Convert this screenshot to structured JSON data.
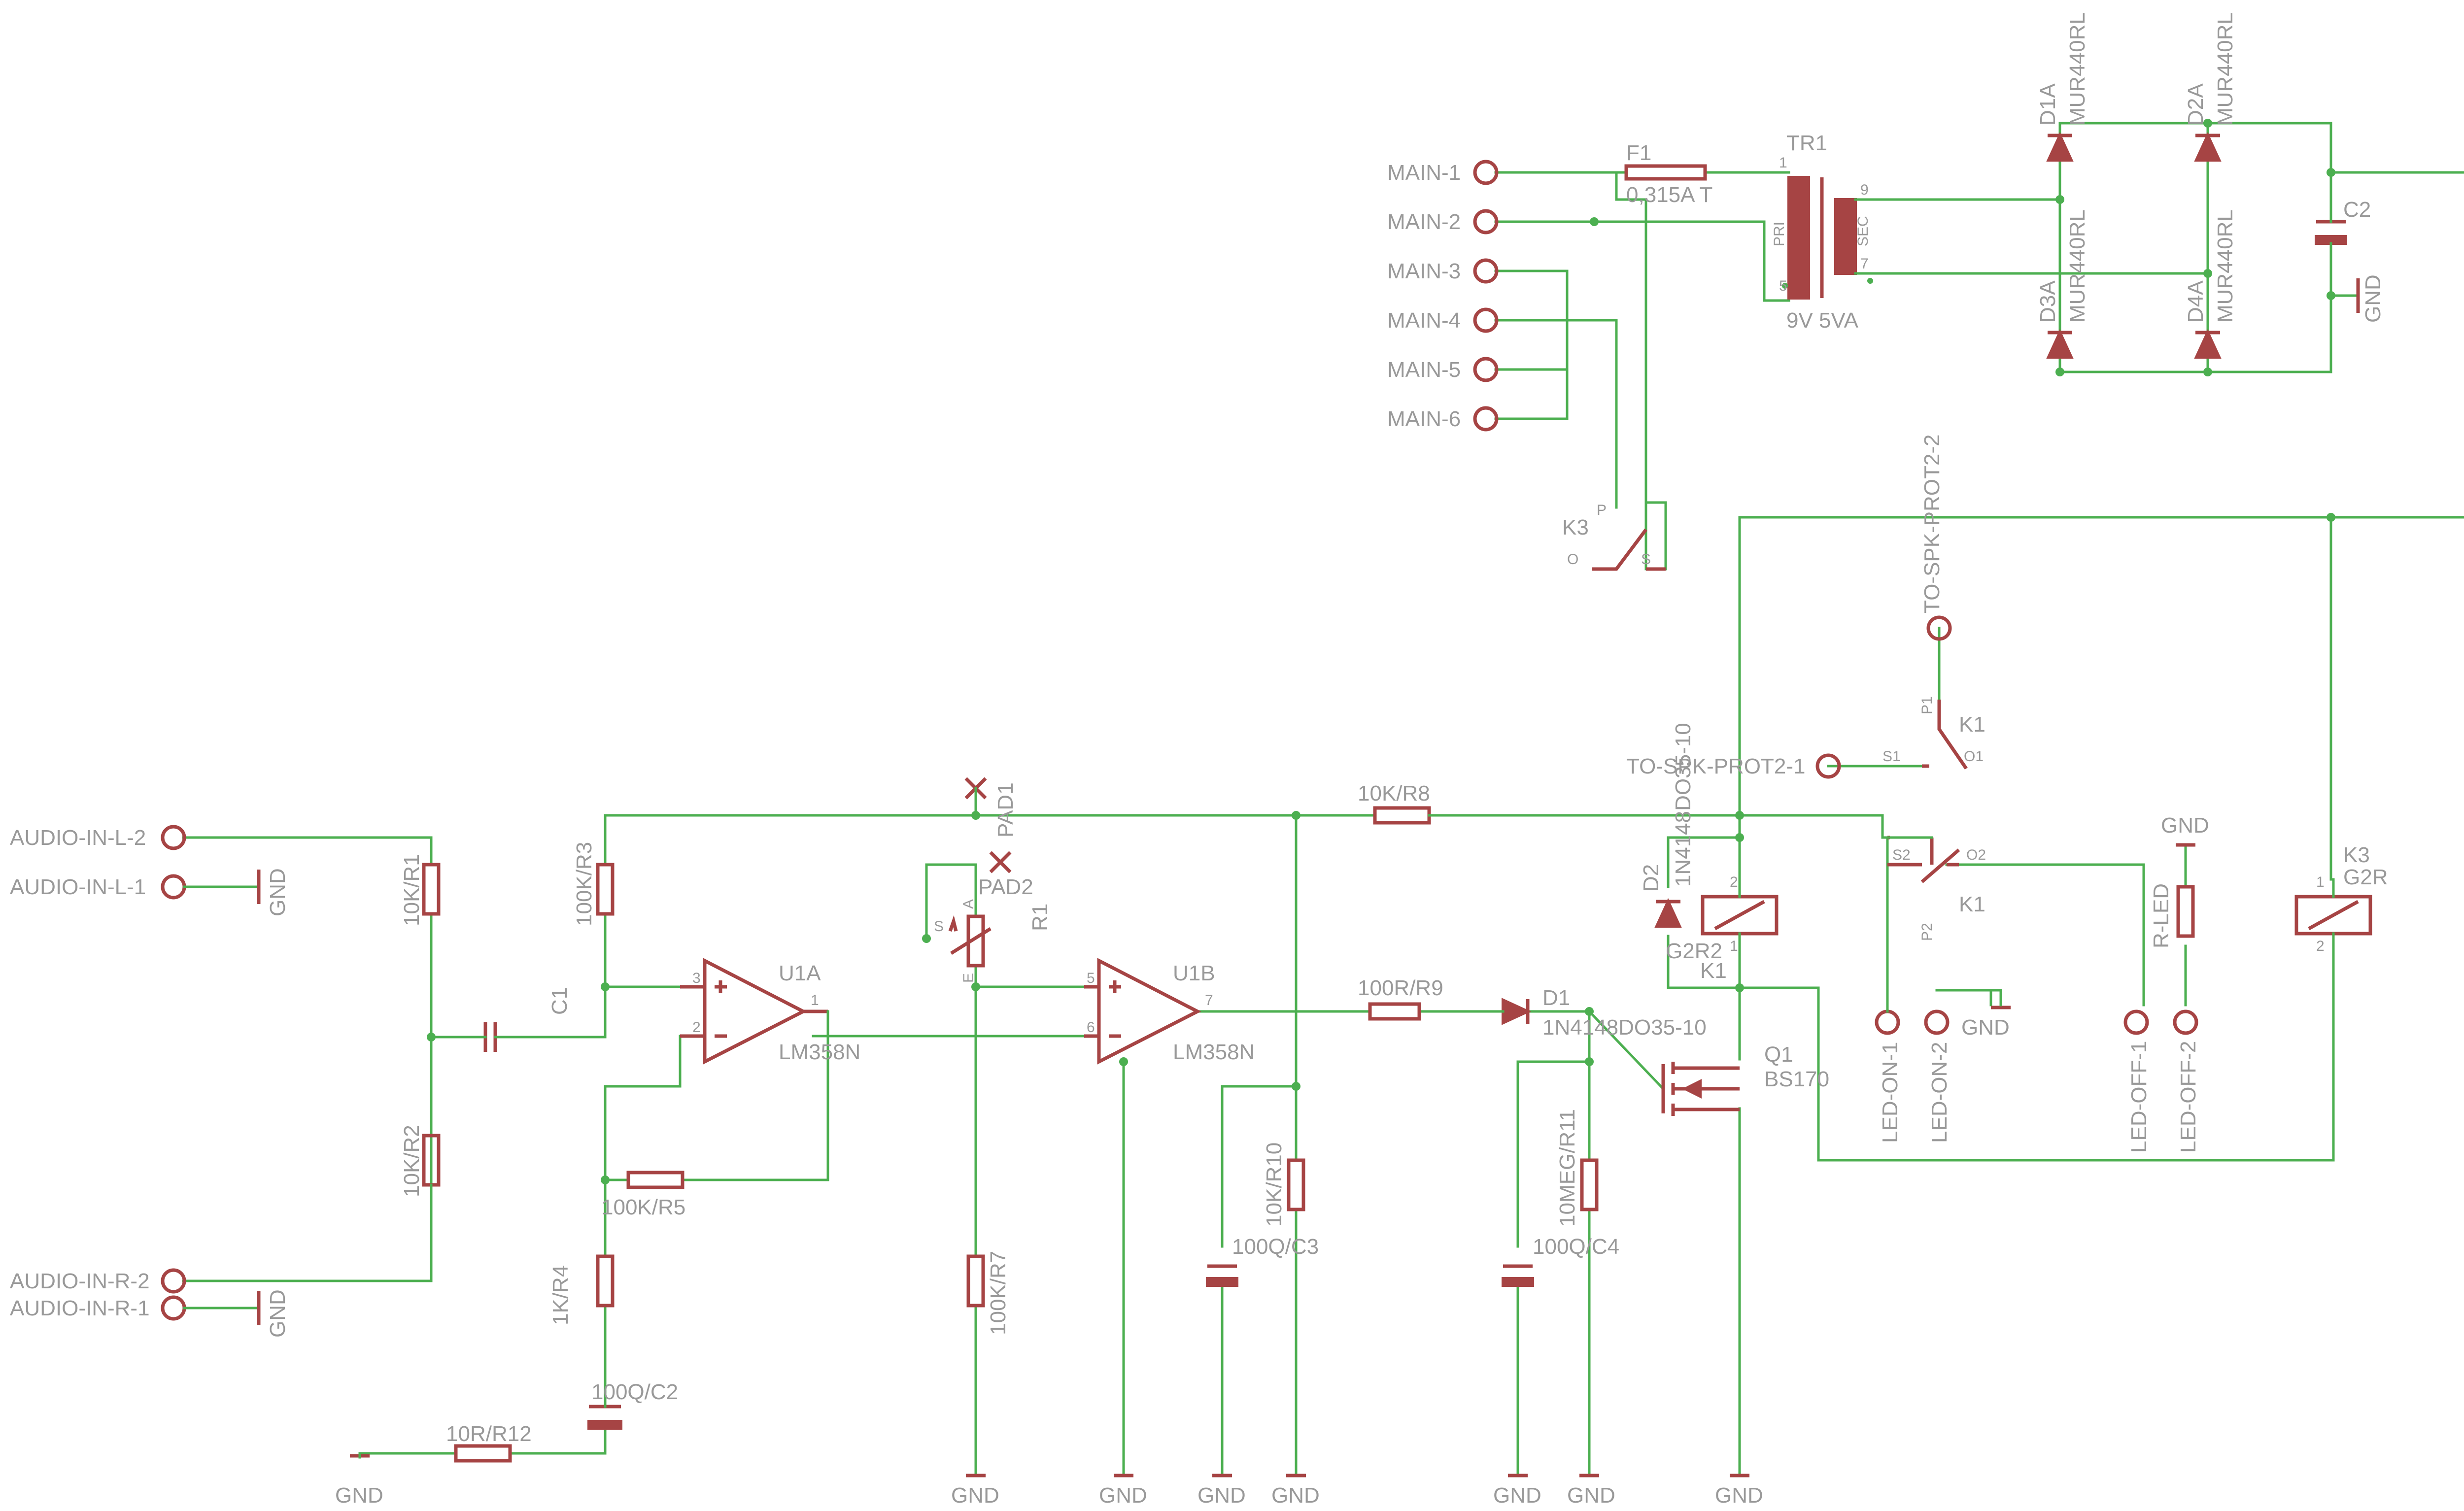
{
  "colors": {
    "wire": "#4caf50",
    "symbol": "#a64444",
    "text": "#999999",
    "marker": "#cc66cc"
  },
  "connectors": {
    "audio_l2": "AUDIO-IN-L-2",
    "audio_l1": "AUDIO-IN-L-1",
    "audio_r2": "AUDIO-IN-R-2",
    "audio_r1": "AUDIO-IN-R-1",
    "main1": "MAIN-1",
    "main2": "MAIN-2",
    "main3": "MAIN-3",
    "main4": "MAIN-4",
    "main5": "MAIN-5",
    "main6": "MAIN-6",
    "spk_prot2_2": "TO-SPK-PROT2-2",
    "spk_prot2_1": "TO-SPK-PROT2-1",
    "led_on1": "LED-ON-1",
    "led_on2": "LED-ON-2",
    "led_off1": "LED-OFF-1",
    "led_off2": "LED-OFF-2"
  },
  "gnd": "GND",
  "components": {
    "r1": "10K/R1",
    "r2": "10K/R2",
    "r3": "100K/R3",
    "r4": "1K/R4",
    "r5": "100K/R5",
    "r7": "100K/R7",
    "r8": "10K/R8",
    "r9": "100R/R9",
    "r10": "10K/R10",
    "r11": "10MEG/R11",
    "r12": "10R/R12",
    "rled": "R-LED",
    "c1": "C1",
    "c2": "C2",
    "c2b": "100Q/C2",
    "c3": "100Q/C3",
    "c4": "100Q/C4",
    "u1a": "U1A",
    "u1b": "U1B",
    "lm358": "LM358N",
    "pad1": "PAD1",
    "pad2": "PAD2",
    "r1pot": "R1",
    "d1": "D1",
    "d1v": "1N4148DO35-10",
    "d2": "D2",
    "d2v": "1N4148DO35-10",
    "q1": "Q1",
    "q1v": "BS170",
    "k1": "K1",
    "k1coil": "G2R2",
    "k3": "K3",
    "k3coil": "G2R",
    "f1": "F1",
    "f1v": "0,315A T",
    "tr1": "TR1",
    "tr1v": "9V 5VA",
    "pri": "PRI",
    "sec": "SEC",
    "d1a": "D1A",
    "d2a": "D2A",
    "d3a": "D3A",
    "d4a": "D4A",
    "mur": "MUR440RL"
  },
  "pins": {
    "p1": "1",
    "p2": "2",
    "p3": "3",
    "p5": "5",
    "p6": "6",
    "p7": "7",
    "p9": "9",
    "a": "A",
    "e": "E",
    "s": "S",
    "s1": "S1",
    "s2": "S2",
    "o1": "O1",
    "o2": "O2",
    "pp1": "P1",
    "pp2": "P2",
    "o": "O",
    "p": "P"
  }
}
